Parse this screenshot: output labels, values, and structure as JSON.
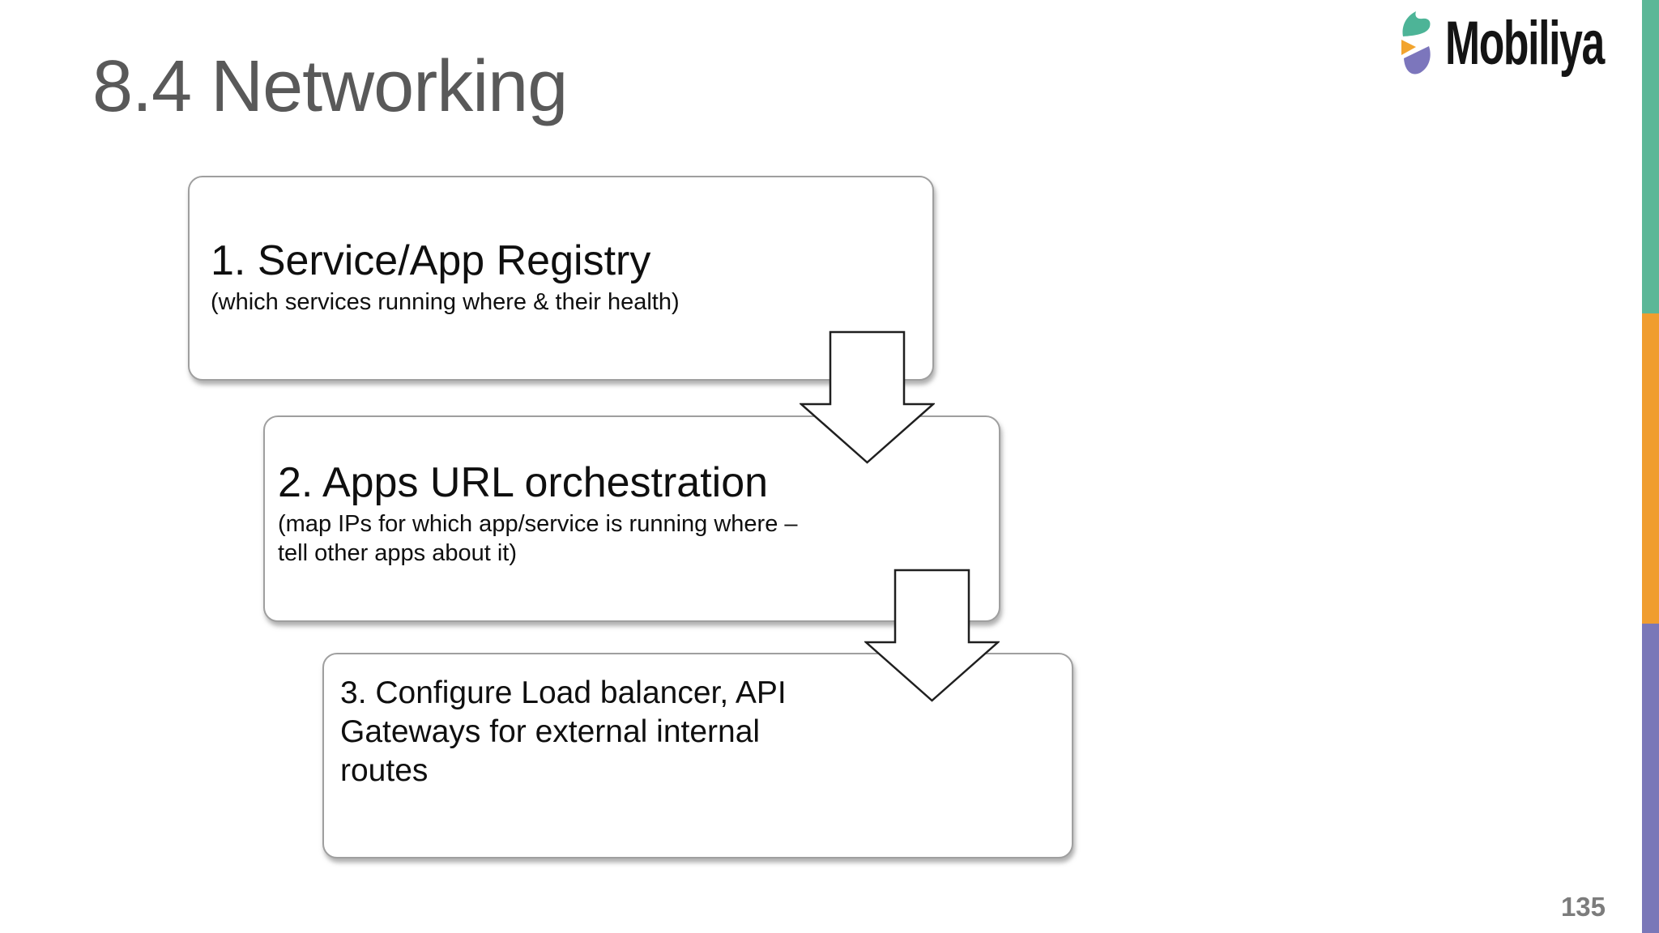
{
  "slide": {
    "title": "8.4 Networking",
    "page_number": "135"
  },
  "logo": {
    "text": "Mobiliya",
    "colors": {
      "teal": "#4DB497",
      "orange": "#F2A42E",
      "purple": "#7C76BC",
      "text": "#141414"
    }
  },
  "edge_bar": {
    "teal": "#5BB797",
    "orange": "#F09D2F",
    "purple": "#7A77B8"
  },
  "diagram": {
    "arrow_color": "#1f1f1f",
    "steps": [
      {
        "title": "1. Service/App Registry",
        "caption": "(which services running where & their health)"
      },
      {
        "title": "2. Apps URL orchestration",
        "caption": "(map IPs for which app/service is running where – tell other apps about it)"
      },
      {
        "body": "3. Configure Load balancer, API Gateways for external internal routes"
      }
    ]
  }
}
